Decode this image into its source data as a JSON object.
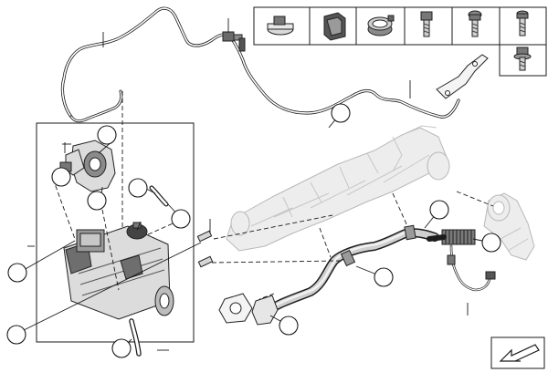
{
  "diagram": {
    "callouts": [
      "",
      "",
      "",
      "",
      "",
      "",
      "",
      "",
      "",
      "",
      "",
      "",
      "",
      "",
      ""
    ],
    "legend_cells": [
      "hose-clamp",
      "spring-clamp",
      "band-clamp",
      "hex-bolt",
      "torx-bolt",
      "collar-screw",
      "flange-nut"
    ],
    "icons": [
      "direction-arrow-icon"
    ]
  }
}
